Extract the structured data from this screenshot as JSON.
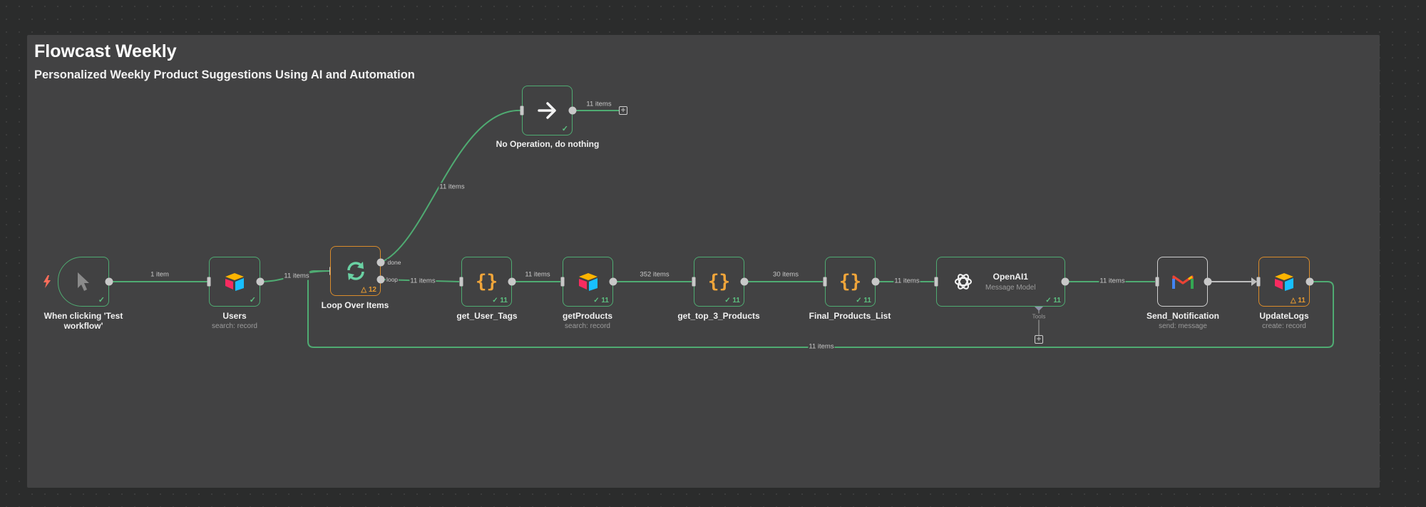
{
  "workflow": {
    "title": "Flowcast Weekly",
    "subtitle": "Personalized Weekly Product Suggestions Using AI and Automation"
  },
  "nodes": {
    "trigger": {
      "label_line1": "When clicking 'Test",
      "label_line2": "workflow'"
    },
    "users": {
      "label": "Users",
      "sub": "search: record"
    },
    "loop": {
      "label": "Loop Over Items",
      "warning": "△ 12",
      "port_done": "done",
      "port_loop": "loop"
    },
    "noop": {
      "label": "No Operation, do nothing"
    },
    "get_user_tags": {
      "label": "get_User_Tags",
      "count": "✓ 11"
    },
    "get_products": {
      "label": "getProducts",
      "sub": "search: record",
      "count": "✓ 11"
    },
    "get_top3": {
      "label": "get_top_3_Products",
      "count": "✓ 11"
    },
    "final_list": {
      "label": "Final_Products_List",
      "count": "✓ 11"
    },
    "openai": {
      "title": "OpenAI1",
      "sub": "Message Model",
      "count": "✓ 11",
      "tools_label": "Tools"
    },
    "send_notification": {
      "label": "Send_Notification",
      "sub": "send: message"
    },
    "update_logs": {
      "label": "UpdateLogs",
      "sub": "create: record",
      "warning": "△ 11"
    }
  },
  "edges": {
    "trigger_users": "1 item",
    "users_loop": "11 items",
    "done_noop": "11 items",
    "noop_out": "11 items",
    "loop_tags": "11 items",
    "tags_products": "11 items",
    "products_top3": "352 items",
    "top3_final": "30 items",
    "final_openai": "11 items",
    "openai_send": "11 items",
    "loopback": "11 items"
  },
  "colors": {
    "success": "#4fab72",
    "warning": "#d98b2b",
    "canvas": "#424243",
    "airtable_yellow": "#fcb400",
    "airtable_red": "#f82b60",
    "airtable_blue": "#18bfff",
    "gmail_red": "#ea4335"
  },
  "icons": {
    "trigger": "cursor-icon",
    "users": "airtable-icon",
    "loop": "refresh-icon",
    "noop": "arrow-right-icon",
    "code": "curly-braces-icon",
    "openai": "openai-icon",
    "gmail": "gmail-icon"
  }
}
